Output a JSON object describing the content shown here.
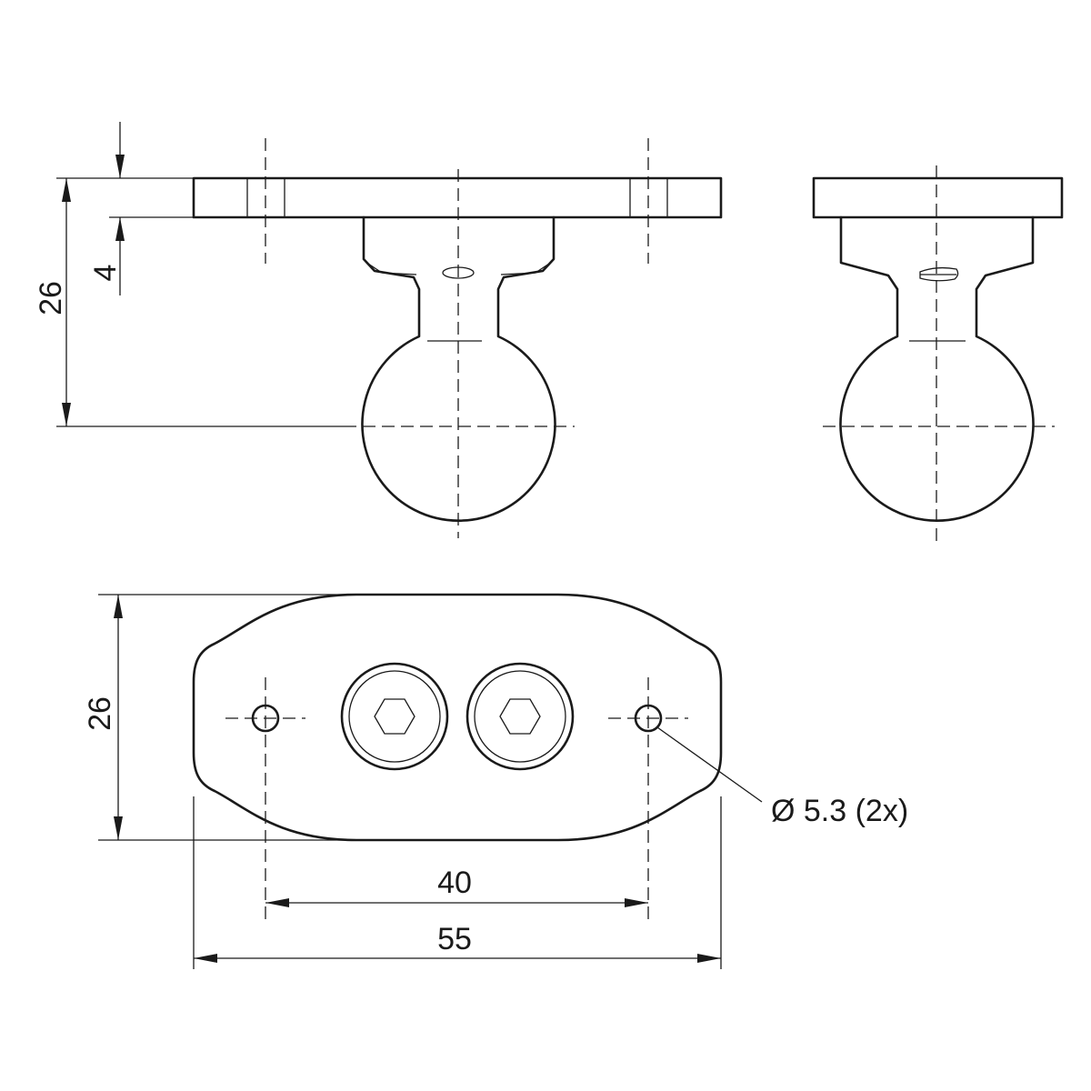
{
  "drawing": {
    "front_view": {
      "dim_total_height": "26",
      "dim_plate_thickness": "4"
    },
    "top_view": {
      "dim_height": "26",
      "dim_hole_spacing": "40",
      "dim_overall_length": "55",
      "hole_callout": "Ø 5.3 (2x)"
    }
  }
}
